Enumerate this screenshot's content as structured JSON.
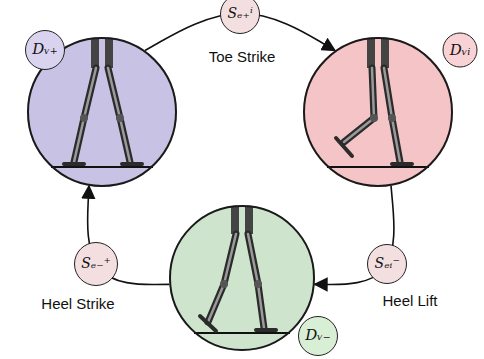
{
  "diagram": {
    "nodes": [
      {
        "text": [
          "Dᵥ₊"
        ]
      },
      {
        "text": [
          "Dᵥᵢ"
        ]
      },
      {
        "text": [
          "Dᵥ₋"
        ]
      }
    ],
    "edges": [
      {
        "from": 0,
        "to": 1,
        "label": "Toe Strike",
        "arrow": "to"
      },
      {
        "from": 1,
        "to": 2,
        "label": "Heel Lift",
        "arrow": "to"
      },
      {
        "from": 2,
        "to": 0,
        "label": "Heel Strike",
        "arrow": "to"
      }
    ],
    "labels": [
      "Sₑ₊ⁱ",
      "Sₑᵢ⁻",
      "Sₑ₋⁺"
    ]
  }
}
